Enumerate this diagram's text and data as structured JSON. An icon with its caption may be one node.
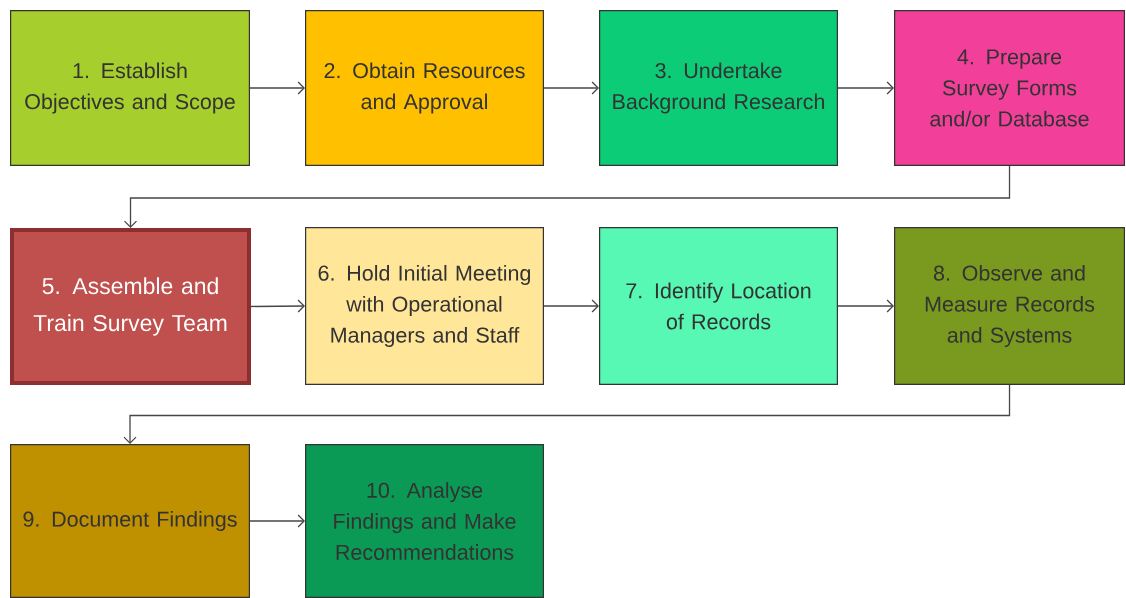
{
  "diagram": {
    "nodes": [
      {
        "text": [
          "1. Establish Objectives and Scope"
        ]
      },
      {
        "text": [
          "2. Obtain Resources and Approval"
        ]
      },
      {
        "text": [
          "3. Undertake Background Research"
        ]
      },
      {
        "text": [
          "4. Prepare Survey Forms and/or Database"
        ]
      },
      {
        "text": [
          "5. Assemble and Train Survey Team"
        ]
      },
      {
        "text": [
          "6. Hold Initial Meeting with Operational Managers and Staff"
        ]
      },
      {
        "text": [
          "7. Identify Location of Records"
        ]
      },
      {
        "text": [
          "8. Observe and Measure Records and Systems"
        ]
      },
      {
        "text": [
          "9. Document Findings"
        ]
      },
      {
        "text": [
          "10. Analyse Findings and Make Recommendations"
        ]
      }
    ],
    "edges": [
      {
        "from": 0,
        "to": 1,
        "arrow": "to"
      },
      {
        "from": 1,
        "to": 2,
        "arrow": "to"
      },
      {
        "from": 2,
        "to": 3,
        "arrow": "to"
      },
      {
        "from": 3,
        "to": 4,
        "arrow": "to"
      },
      {
        "from": 4,
        "to": 5,
        "arrow": "to"
      },
      {
        "from": 5,
        "to": 6,
        "arrow": "to"
      },
      {
        "from": 6,
        "to": 7,
        "arrow": "to"
      },
      {
        "from": 7,
        "to": 8,
        "arrow": "to"
      },
      {
        "from": 8,
        "to": 9,
        "arrow": "to"
      }
    ]
  }
}
